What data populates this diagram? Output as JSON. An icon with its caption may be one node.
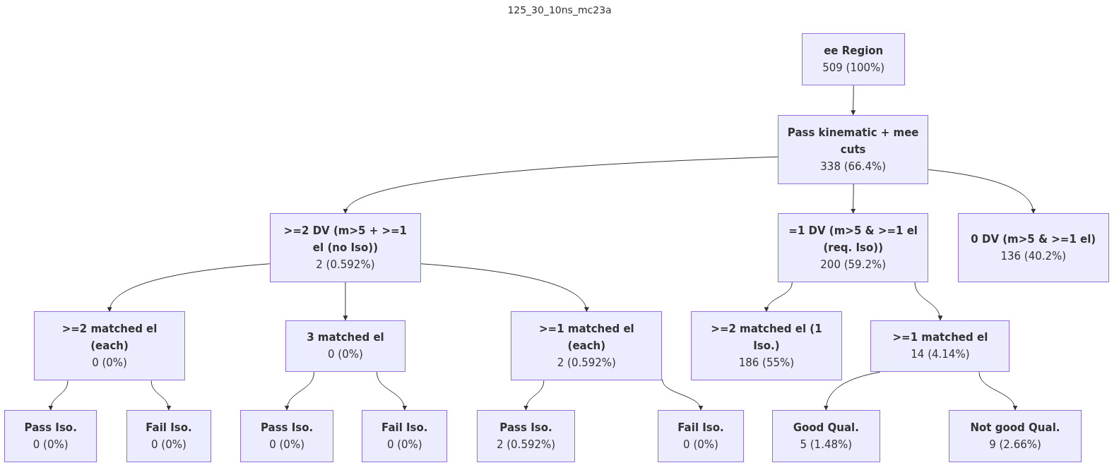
{
  "diagram": {
    "title": "125_30_10ns_mc23a",
    "nodes": [
      {
        "text": [
          "ee Region",
          "509 (100%)"
        ]
      },
      {
        "text": [
          "Pass kinematic + mee cuts",
          "338 (66.4%)"
        ]
      },
      {
        "text": [
          ">=2 DV (m>5 + >=1 el (no Iso))",
          "2 (0.592%)"
        ]
      },
      {
        "text": [
          "=1 DV (m>5 & >=1 el (req. Iso))",
          "200 (59.2%)"
        ]
      },
      {
        "text": [
          "0 DV (m>5 & >=1 el)",
          "136 (40.2%)"
        ]
      },
      {
        "text": [
          ">=2 matched el (each)",
          "0 (0%)"
        ]
      },
      {
        "text": [
          "3 matched el",
          "0 (0%)"
        ]
      },
      {
        "text": [
          ">=1 matched el (each)",
          "2 (0.592%)"
        ]
      },
      {
        "text": [
          ">=2 matched el (1 Iso.)",
          "186 (55%)"
        ]
      },
      {
        "text": [
          ">=1 matched el",
          "14 (4.14%)"
        ]
      },
      {
        "text": [
          "Pass Iso.",
          "0 (0%)"
        ]
      },
      {
        "text": [
          "Fail Iso.",
          "0 (0%)"
        ]
      },
      {
        "text": [
          "Pass Iso.",
          "0 (0%)"
        ]
      },
      {
        "text": [
          "Fail Iso.",
          "0 (0%)"
        ]
      },
      {
        "text": [
          "Pass Iso.",
          "2 (0.592%)"
        ]
      },
      {
        "text": [
          "Fail Iso.",
          "0 (0%)"
        ]
      },
      {
        "text": [
          "Good Qual.",
          "5 (1.48%)"
        ]
      },
      {
        "text": [
          "Not good Qual.",
          "9 (2.66%)"
        ]
      }
    ],
    "edges": [
      {
        "from": 0,
        "to": 1,
        "arrow": "to"
      },
      {
        "from": 1,
        "to": 2,
        "arrow": "to"
      },
      {
        "from": 1,
        "to": 3,
        "arrow": "to"
      },
      {
        "from": 1,
        "to": 4,
        "arrow": "to"
      },
      {
        "from": 2,
        "to": 5,
        "arrow": "to"
      },
      {
        "from": 2,
        "to": 6,
        "arrow": "to"
      },
      {
        "from": 2,
        "to": 7,
        "arrow": "to"
      },
      {
        "from": 3,
        "to": 8,
        "arrow": "to"
      },
      {
        "from": 3,
        "to": 9,
        "arrow": "to"
      },
      {
        "from": 5,
        "to": 10,
        "arrow": "to"
      },
      {
        "from": 5,
        "to": 11,
        "arrow": "to"
      },
      {
        "from": 6,
        "to": 12,
        "arrow": "to"
      },
      {
        "from": 6,
        "to": 13,
        "arrow": "to"
      },
      {
        "from": 7,
        "to": 14,
        "arrow": "to"
      },
      {
        "from": 7,
        "to": 15,
        "arrow": "to"
      },
      {
        "from": 9,
        "to": 16,
        "arrow": "to"
      },
      {
        "from": 9,
        "to": 17,
        "arrow": "to"
      }
    ]
  }
}
